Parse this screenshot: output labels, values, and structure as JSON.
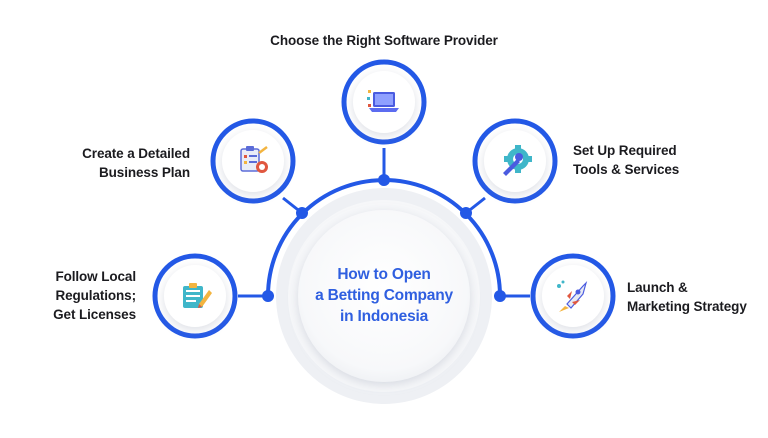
{
  "center": {
    "title_lines": [
      "How to Open",
      "a Betting Company",
      "in Indonesia"
    ]
  },
  "steps": [
    {
      "label_lines": [
        "Follow Local",
        "Regulations;",
        "Get Licenses"
      ],
      "icon": "regulations-clipboard-icon"
    },
    {
      "label_lines": [
        "Create a Detailed",
        "Business Plan"
      ],
      "icon": "business-plan-icon"
    },
    {
      "label_lines": [
        "Choose the Right Software Provider"
      ],
      "icon": "laptop-software-icon"
    },
    {
      "label_lines": [
        "Set Up Required",
        "Tools & Services"
      ],
      "icon": "wrench-gear-icon"
    },
    {
      "label_lines": [
        "Launch &",
        "Marketing Strategy"
      ],
      "icon": "rocket-icon"
    }
  ],
  "colors": {
    "primary_blue": "#2358e6",
    "center_text": "#2f5fe0",
    "ring_gray": "#e9ecf1",
    "label_text": "#1b1b1f"
  }
}
